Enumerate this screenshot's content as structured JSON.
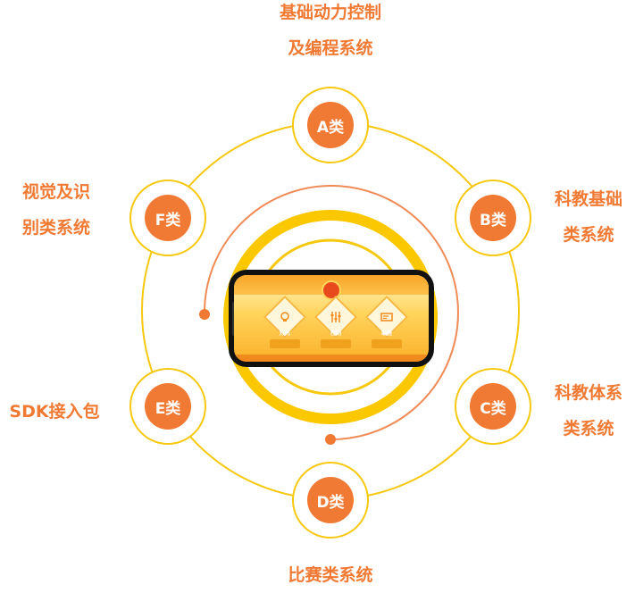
{
  "colors": {
    "accent": "#f07a33",
    "ring": "#f6c80f",
    "arc": "#f08a56"
  },
  "center_device": {
    "tile_labels": [
      "灯光",
      "控制",
      "编程"
    ]
  },
  "nodes": [
    {
      "id": "A",
      "badge": "A类",
      "label_lines": [
        "基础动力控制",
        "及编程系统"
      ]
    },
    {
      "id": "B",
      "badge": "B类",
      "label_lines": [
        "科教基础",
        "类系统"
      ]
    },
    {
      "id": "C",
      "badge": "C类",
      "label_lines": [
        "科教体系",
        "类系统"
      ]
    },
    {
      "id": "D",
      "badge": "D类",
      "label_lines": [
        "比赛类系统"
      ]
    },
    {
      "id": "E",
      "badge": "E类",
      "label_lines": [
        "SDK接入包"
      ]
    },
    {
      "id": "F",
      "badge": "F类",
      "label_lines": [
        "视觉及识",
        "别类系统"
      ]
    }
  ]
}
